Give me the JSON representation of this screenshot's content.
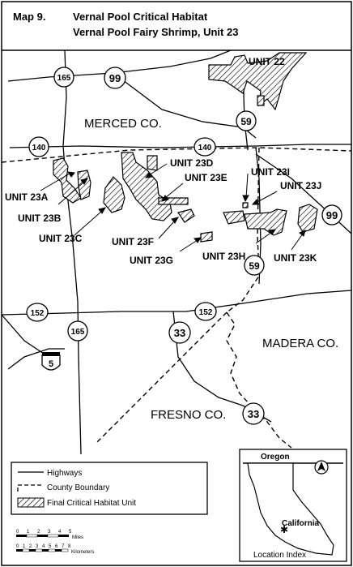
{
  "title": {
    "map_number": "Map 9.",
    "line1": "Vernal Pool Critical Habitat",
    "line2": "Vernal Pool Fairy Shrimp, Unit 23"
  },
  "counties": {
    "merced": "MERCED CO.",
    "madera": "MADERA CO.",
    "fresno": "FRESNO CO."
  },
  "highways": {
    "h165_north": "165",
    "h99_north": "99",
    "h59_north": "59",
    "h140_west": "140",
    "h140_center": "140",
    "h99_east": "99",
    "h59_south": "59",
    "h152_west": "152",
    "h152_center": "152",
    "h165_south": "165",
    "h33_north": "33",
    "i5": "5",
    "h33_south": "33"
  },
  "units": {
    "u22": "UNIT 22",
    "u23a": "UNIT 23A",
    "u23b": "UNIT 23B",
    "u23c": "UNIT 23C",
    "u23d": "UNIT 23D",
    "u23e": "UNIT 23E",
    "u23f": "UNIT 23F",
    "u23g": "UNIT 23G",
    "u23h": "UNIT 23H",
    "u23i": "UNIT 23I",
    "u23j": "UNIT 23J",
    "u23k": "UNIT 23K"
  },
  "legend": {
    "highways": "Highways",
    "county_boundary": "County Boundary",
    "habitat": "Final Critical Habitat Unit"
  },
  "scale": {
    "miles_ticks": [
      "0",
      "1",
      "2",
      "3",
      "4",
      "5"
    ],
    "miles_label": "Miles",
    "km_ticks": [
      "0",
      "1",
      "2",
      "3",
      "4",
      "5",
      "6",
      "7",
      "8"
    ],
    "km_label": "Kilometers"
  },
  "location_index": {
    "oregon": "Oregon",
    "california": "California",
    "label": "Location Index"
  },
  "colors": {
    "ink": "#000000",
    "paper": "#ffffff"
  }
}
